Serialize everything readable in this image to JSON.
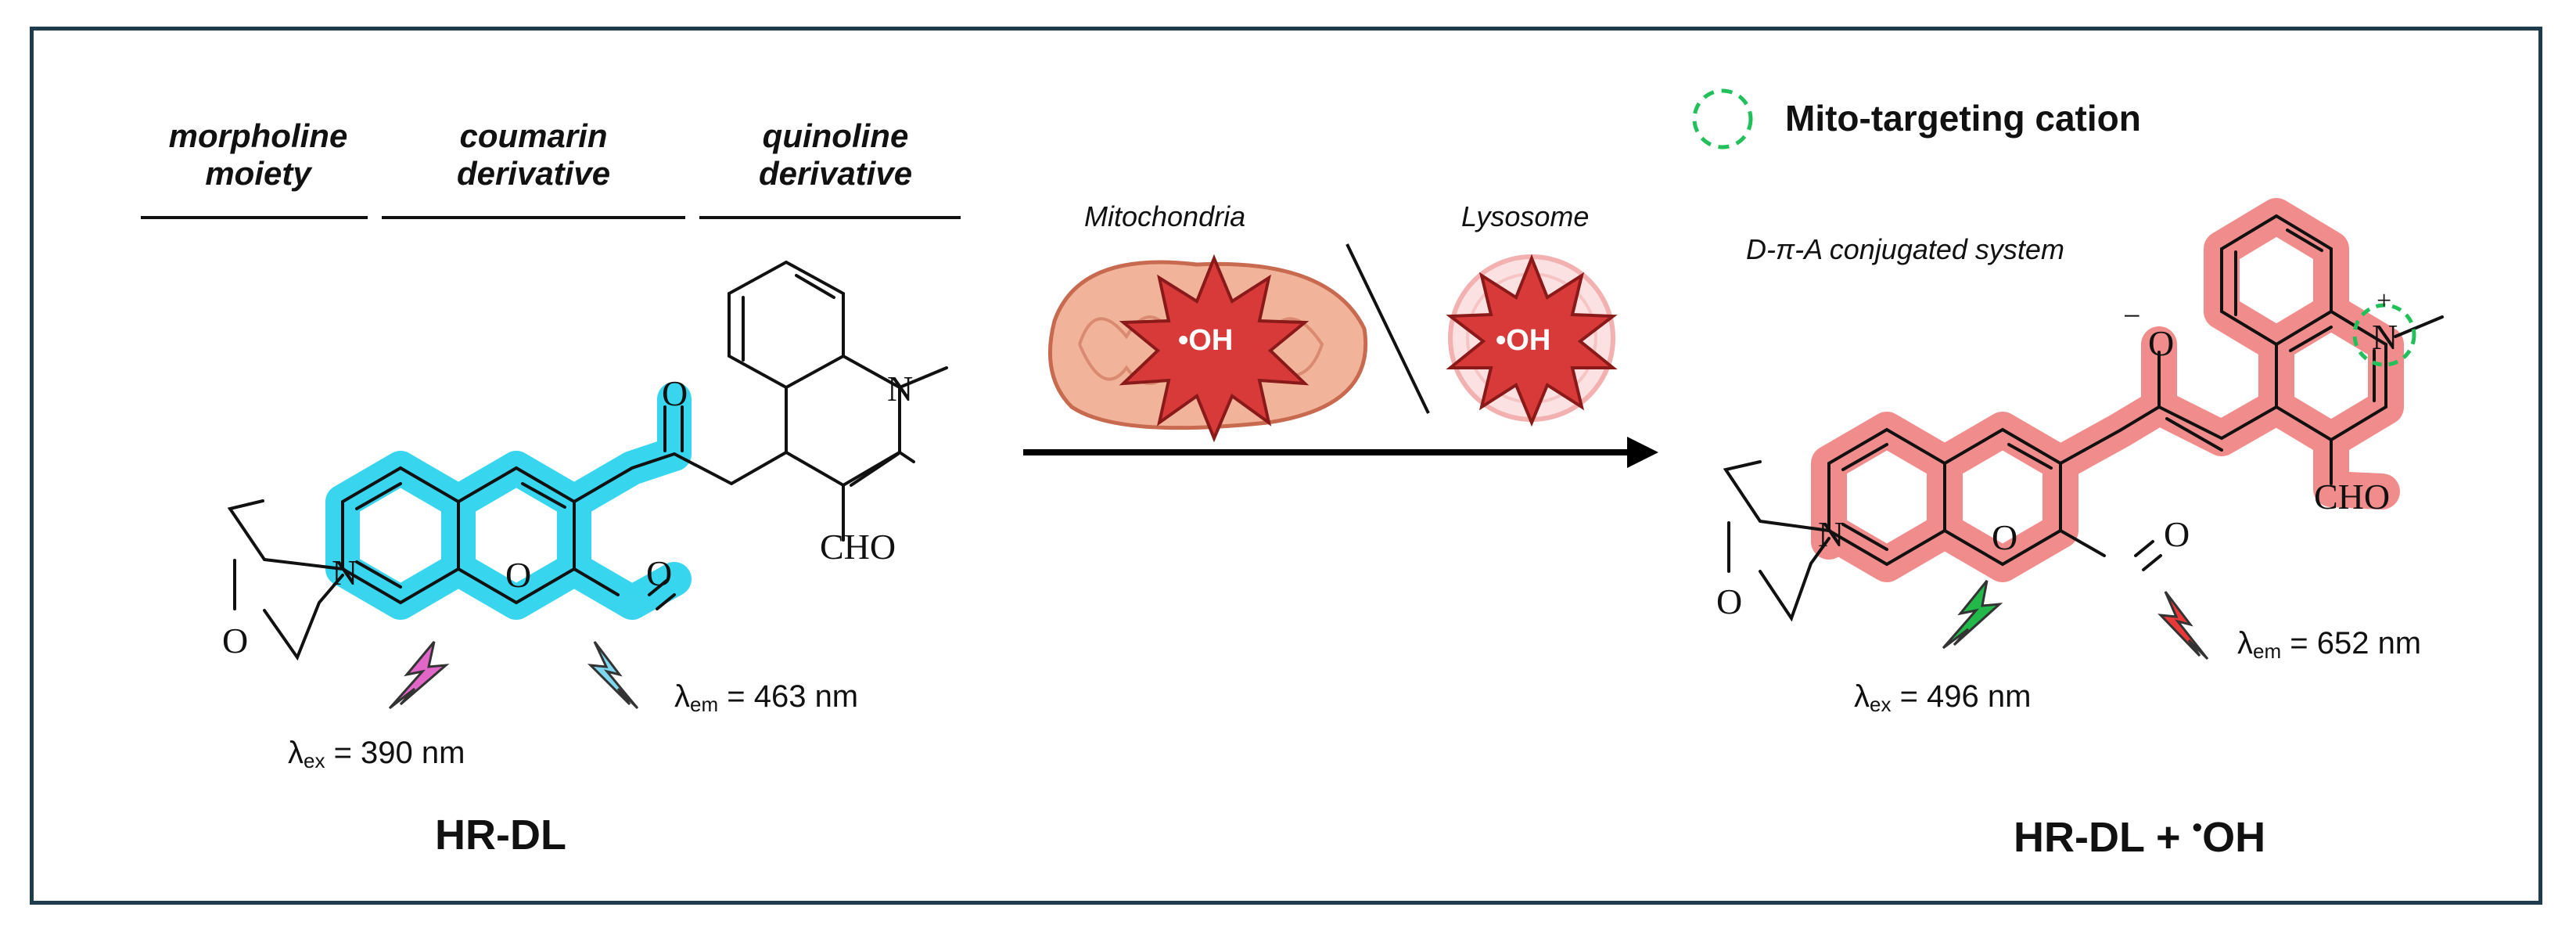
{
  "segments": {
    "morpholine": [
      "morpholine",
      "moiety"
    ],
    "coumarin": [
      "coumarin",
      "derivative"
    ],
    "quinoline": [
      "quinoline",
      "derivative"
    ]
  },
  "reactant": {
    "name": "HR-DL",
    "atoms": {
      "N_morph": "N",
      "O_morph": "O",
      "O_ring": "O",
      "O_lactone": "O",
      "O_ketone": "O",
      "N_quin": "N",
      "cho": "CHO"
    },
    "lambda_ex": {
      "symbol": "λ",
      "sub": "ex",
      "value": " = 390 nm"
    },
    "lambda_em": {
      "symbol": "λ",
      "sub": "em",
      "value": " = 463 nm"
    }
  },
  "reaction": {
    "mito_label": "Mitochondria",
    "lyso_label": "Lysosome",
    "oh_mito": "•OH",
    "oh_lyso": "•OH"
  },
  "product": {
    "name_prefix": "HR-DL + ",
    "name_radical": "•",
    "name_suffix": "OH",
    "dpa_label": "D-π-A conjugated system",
    "legend_label": "Mito-targeting cation",
    "atoms": {
      "N_morph": "N",
      "O_morph": "O",
      "O_ring": "O",
      "O_lactone": "O",
      "O_enol": "O",
      "minus": "−",
      "N_quin": "N",
      "plus": "+",
      "cho": "CHO"
    },
    "lambda_ex": {
      "symbol": "λ",
      "sub": "ex",
      "value": " = 496 nm"
    },
    "lambda_em": {
      "symbol": "λ",
      "sub": "em",
      "value": " = 652 nm"
    }
  },
  "colors": {
    "frame": "#1e3c4c",
    "coumarin_highlight": "#2ed3ee",
    "product_highlight": "#f08080",
    "excitation_bolt_reactant": "#e066c8",
    "emission_bolt_reactant": "#7fd6ef",
    "excitation_bolt_product": "#22b84a",
    "emission_bolt_product": "#e83838",
    "mito_target": "#22c05a",
    "burst": "#d83a3a"
  }
}
